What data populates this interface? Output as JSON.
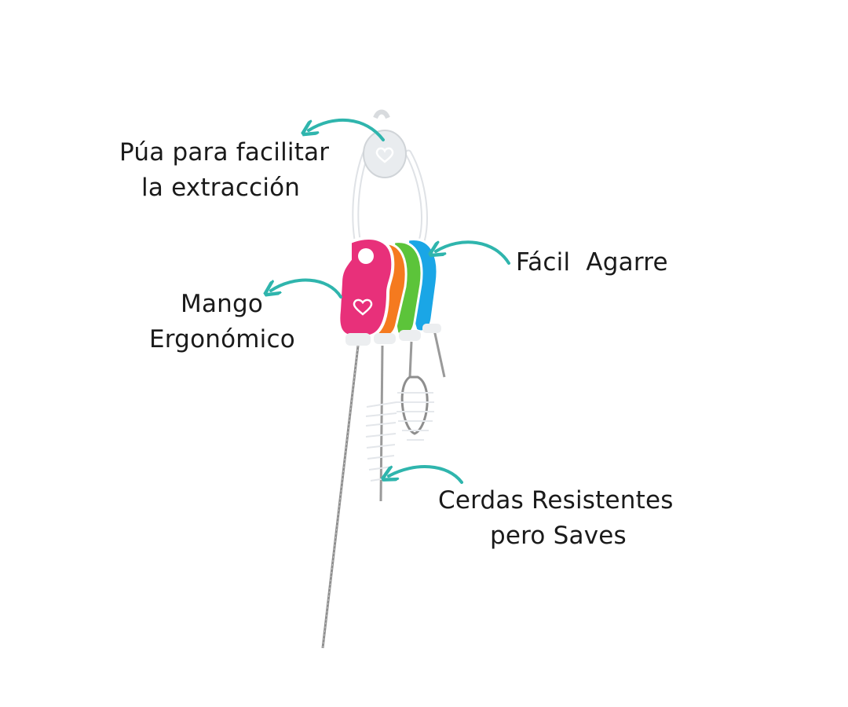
{
  "colors": {
    "arrow": "#2fb5ad",
    "text": "#1a1a1a",
    "brush_pink": "#e8307a",
    "brush_orange": "#f57a1f",
    "brush_green": "#5cc43a",
    "brush_blue": "#1aa6e6",
    "background": "#ffffff"
  },
  "labels": {
    "pua": {
      "line1": "Púa para facilitar",
      "line2": "la extracción"
    },
    "mango": {
      "line1": "Mango",
      "line2": "Ergonómico"
    },
    "facil": {
      "line1": "Fácil  Agarre"
    },
    "cerdas": {
      "line1": "Cerdas Resistentes",
      "line2": "pero Saves"
    }
  },
  "icons": [
    "curved-arrow-icon",
    "heart-logo-icon"
  ]
}
